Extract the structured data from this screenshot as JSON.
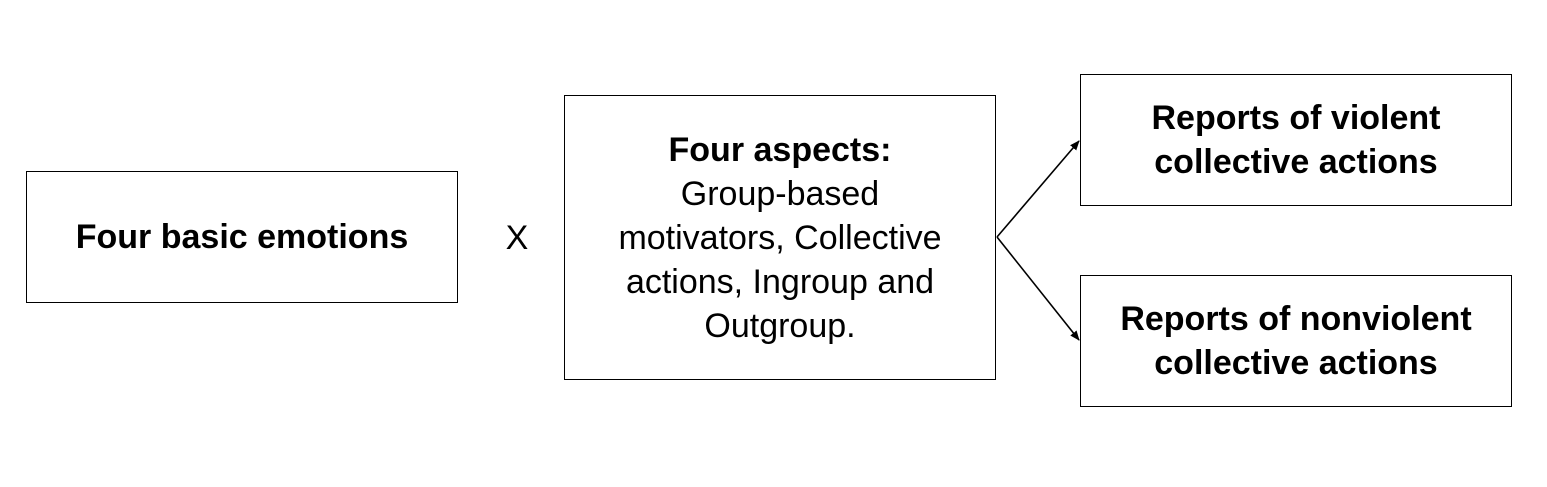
{
  "diagram": {
    "emotions_box": {
      "label": "Four basic emotions"
    },
    "operator": "X",
    "aspects_box": {
      "heading": "Four aspects:",
      "lines": [
        "Group-based",
        "motivators, Collective",
        "actions, Ingroup and",
        "Outgroup."
      ]
    },
    "outcome_violent": {
      "lines": [
        "Reports of violent",
        "collective actions"
      ]
    },
    "outcome_nonviolent": {
      "lines": [
        "Reports of nonviolent",
        "collective actions"
      ]
    }
  }
}
